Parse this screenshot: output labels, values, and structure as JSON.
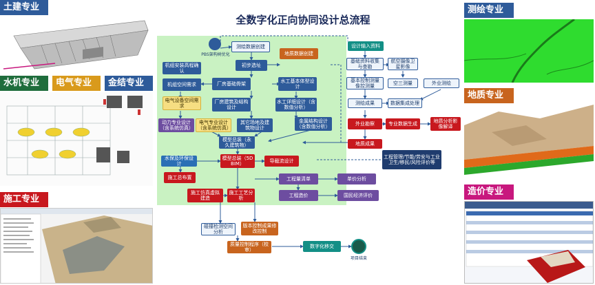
{
  "title": "全数字化正向协同设计总流程",
  "left_tags": {
    "civil": "土建专业",
    "mech": "水机专业",
    "elec": "电气专业",
    "metal": "金结专业",
    "construct": "施工专业"
  },
  "right_tags": {
    "survey": "测绘专业",
    "geology": "地质专业",
    "cost": "造价专业"
  },
  "flow": {
    "pbs": "PBS架构树优化",
    "start_node": "测绘数据创建",
    "initial_site": "初步选址",
    "terrain": "地质数据创建",
    "design_input": "设计输入资料",
    "basic_collect": "基础资料收集与查勘",
    "aerial": "航空摄像卫星影像",
    "control": "基本控制测量像控测量",
    "triple_survey": "空三测量",
    "field_survey": "外业测绘",
    "survey_result": "测绘成果",
    "data_process": "数据集成处理",
    "field_geo": "外业勘察",
    "geo_data": "专业数据生成",
    "geo_analysis": "地质分析影像解译",
    "geo_result": "地质成果",
    "mech_layout": "机组安装高程确认",
    "mech_space": "机组空间需求",
    "factory_base": "厂房基础骨架",
    "hydro_model": "水工基本体型设计",
    "elec_space": "电气设备空间需求",
    "factory_struct": "厂房建筑及结构设计",
    "hydro_detail": "水工详细设计（含数值分析）",
    "power_design": "动力专业设计（含系统仿真）",
    "elec_design": "电气专业设计（含系统仿真）",
    "other_site": "其它场地及建筑物设计",
    "metal_design": "金属结构设计（含数值分析）",
    "model_assembly": "模型总装（永久建筑物）",
    "eco_design": "水保及环保设计",
    "model_bim": "模型总装（5D BIM）",
    "calc_flow": "导截流设计",
    "layout_pre": "施工总布置",
    "eng_list": "工程量清单",
    "unit_price": "单价分析",
    "construction_sim": "施工仿真虚拟建造",
    "construction_ana": "施工工艺分析",
    "eng_cost": "工程造价",
    "econ_eval": "国民经济评价",
    "mgmt": "工程管理/节能/劳安与工业卫生/移民/风险评价等",
    "spatial_check": "碰撞检测空间分析",
    "version_ctrl": "版本控制成果修改控制",
    "quality_ctrl": "质量控制程序（校审）",
    "digital_deliver": "数字化移交",
    "end": "项目结束"
  },
  "colors": {
    "primary": "#2e5b9a",
    "orange": "#c8641e",
    "red": "#c8181e",
    "purple": "#6d4da0",
    "teal": "#138f86",
    "green_bg": "#c9f2c2",
    "tag_blue": "#2e5b9a"
  }
}
